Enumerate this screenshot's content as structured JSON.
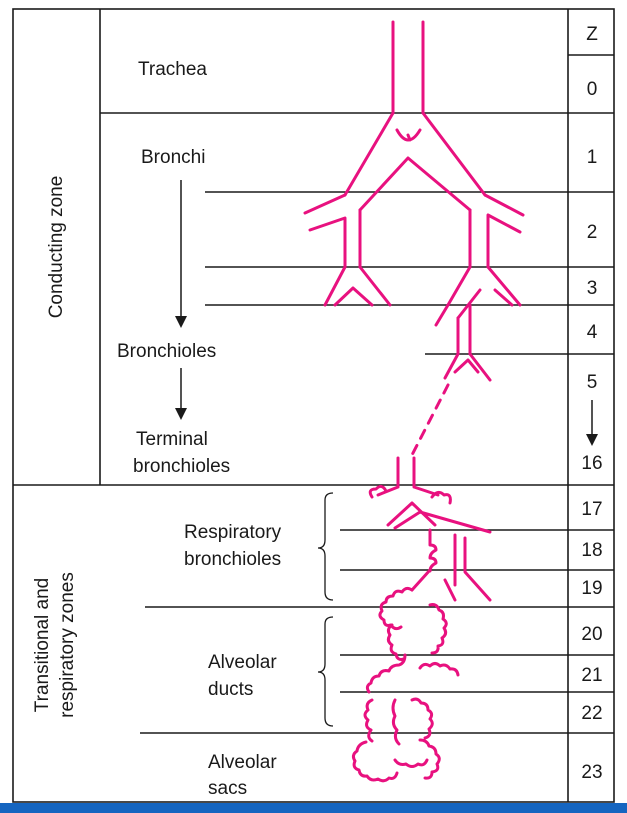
{
  "zones": {
    "conducting": "Conducting zone",
    "transitional_1": "Transitional and",
    "transitional_2": "respiratory zones"
  },
  "labels": {
    "trachea": "Trachea",
    "bronchi": "Bronchi",
    "bronchioles": "Bronchioles",
    "terminal_1": "Terminal",
    "terminal_2": "bronchioles",
    "resp_1": "Respiratory",
    "resp_2": "bronchioles",
    "alv_ducts_1": "Alveolar",
    "alv_ducts_2": "ducts",
    "alv_sacs_1": "Alveolar",
    "alv_sacs_2": "sacs"
  },
  "z_column": {
    "header": "Z",
    "values": [
      "0",
      "1",
      "2",
      "3",
      "4",
      "5",
      "16",
      "17",
      "18",
      "19",
      "20",
      "21",
      "22",
      "23"
    ]
  },
  "colors": {
    "airway": "#e8117f",
    "line": "#1a1a1a",
    "bottom_bar": "#1565c0"
  }
}
